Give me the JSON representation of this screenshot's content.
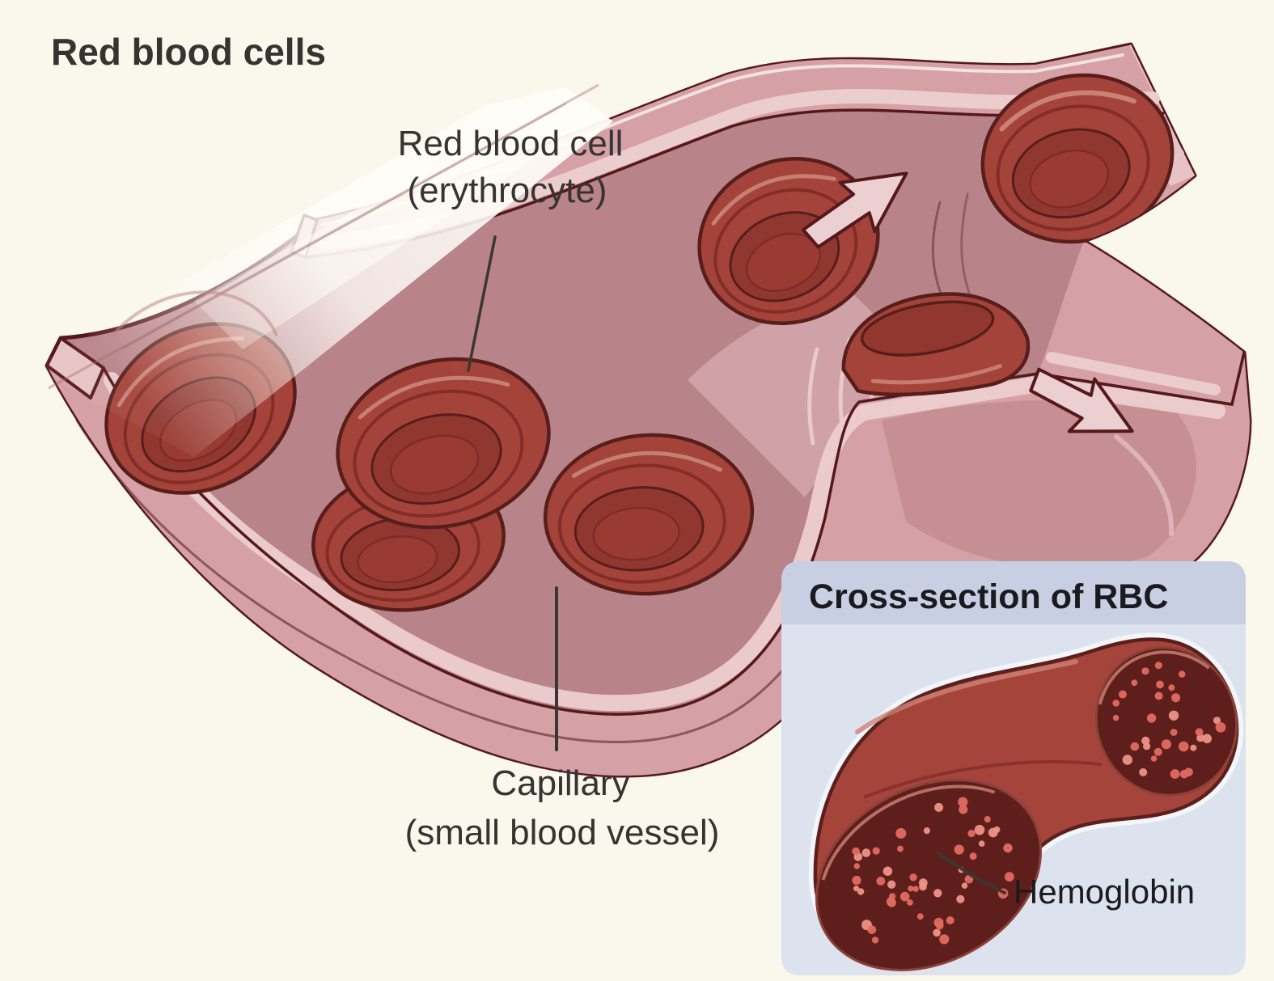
{
  "page": {
    "title": "Red blood cells"
  },
  "labels": {
    "erythrocyte_line1": "Red blood cell",
    "erythrocyte_line2": "(erythrocyte)",
    "capillary_line1": "Capillary",
    "capillary_line2": "(small blood vessel)",
    "hemoglobin": "Hemoglobin"
  },
  "inset": {
    "title": "Cross-section of RBC"
  },
  "colors": {
    "background": "#FAF7EC",
    "ink": "#363330",
    "insetInk": "#1B1B1F",
    "pointer": "#3C3631",
    "outline": "#54191E",
    "wallPink": "#D5A0A6",
    "wallLight": "#ECCDCE",
    "wallFace": "#E7C3C5",
    "lumen": "#B9838A",
    "cupInner": "#C28C91",
    "lightWedge": "#D3A4A9",
    "rbcBody": "#A4433A",
    "rbcRim": "#7E2B26",
    "rbcBowl": "#903730",
    "rbcBump": "#9A3B33",
    "rbcEdge": "#571E1B",
    "rbcHighlight": "#CE8A7C",
    "arrowFill": "#ECD0D1",
    "ghost": "#FFFDF8",
    "insetBorder": "#515158",
    "insetHeader": "#C8CFE2",
    "insetBody": "#DDE2EF",
    "insetCellBody": "#A5443B",
    "insetCutFace": "#5E1F1C",
    "insetCutRim": "#C1776C",
    "dotA": "#E06A60",
    "dotB": "#ED9287"
  }
}
